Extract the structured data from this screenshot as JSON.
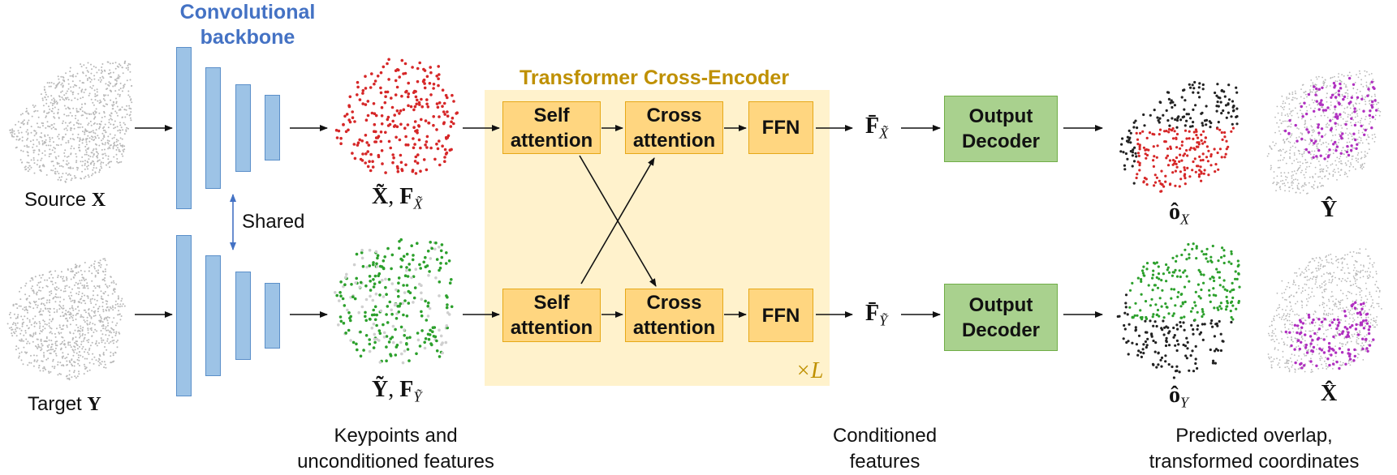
{
  "backbone": {
    "title_line1": "Convolutional",
    "title_line2": "backbone",
    "shared_label": "Shared"
  },
  "encoder": {
    "title": "Transformer Cross-Encoder",
    "repeat": "×L"
  },
  "source": {
    "prefix": "Source ",
    "symbol": "X"
  },
  "target": {
    "prefix": "Target ",
    "symbol": "Y"
  },
  "keypoints_top": {
    "sym": "X̃",
    "feat": "F",
    "sub": "X̃"
  },
  "keypoints_bottom": {
    "sym": "Ỹ",
    "feat": "F",
    "sub": "Ỹ"
  },
  "blocks": {
    "self_line1": "Self",
    "self_line2": "attention",
    "cross_line1": "Cross",
    "cross_line2": "attention",
    "ffn": "FFN",
    "decoder_line1": "Output",
    "decoder_line2": "Decoder"
  },
  "conditioned_top": {
    "sym": "F̄",
    "sub": "X̃"
  },
  "conditioned_bottom": {
    "sym": "F̄",
    "sub": "Ỹ"
  },
  "outputs_top": {
    "overlap": "ô",
    "overlap_sub": "X",
    "coords": "Ŷ"
  },
  "outputs_bottom": {
    "overlap": "ô",
    "overlap_sub": "Y",
    "coords": "X̂"
  },
  "captions": {
    "keypoints_line1": "Keypoints and",
    "keypoints_line2": "unconditioned features",
    "conditioned_line1": "Conditioned",
    "conditioned_line2": "features",
    "predicted_line1": "Predicted overlap,",
    "predicted_line2": "transformed coordinates"
  },
  "colors": {
    "backbone": "#9dc3e6",
    "encoder_bg": "#fff2cc",
    "attention": "#ffd680",
    "decoder": "#a9d18e",
    "keypoints_source": "#d62728",
    "keypoints_target": "#2ca02c",
    "transformed": "#b030c0",
    "non_overlap": "#222222",
    "backbone_title": "#4472c4",
    "encoder_title": "#bf9000"
  },
  "icons": [
    "point-cloud-icon",
    "arrow-icon"
  ]
}
